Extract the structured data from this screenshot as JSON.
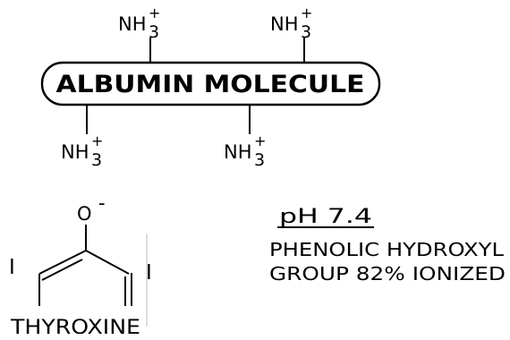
{
  "albumin": {
    "label": "ALBUMIN MOLECULE",
    "groups": [
      {
        "base": "NH",
        "sub": "3",
        "sup": "+"
      },
      {
        "base": "NH",
        "sub": "3",
        "sup": "+"
      },
      {
        "base": "NH",
        "sub": "3",
        "sup": "+"
      },
      {
        "base": "NH",
        "sub": "3",
        "sup": "+"
      }
    ]
  },
  "thyroxine": {
    "oxygen": "O",
    "charge": "-",
    "left_atom": "I",
    "right_atom": "I",
    "name": "THYROXINE"
  },
  "ph_info": {
    "ph": "pH 7.4",
    "line1": "PHENOLIC HYDROXYL",
    "line2": "GROUP 82% IONIZED"
  }
}
